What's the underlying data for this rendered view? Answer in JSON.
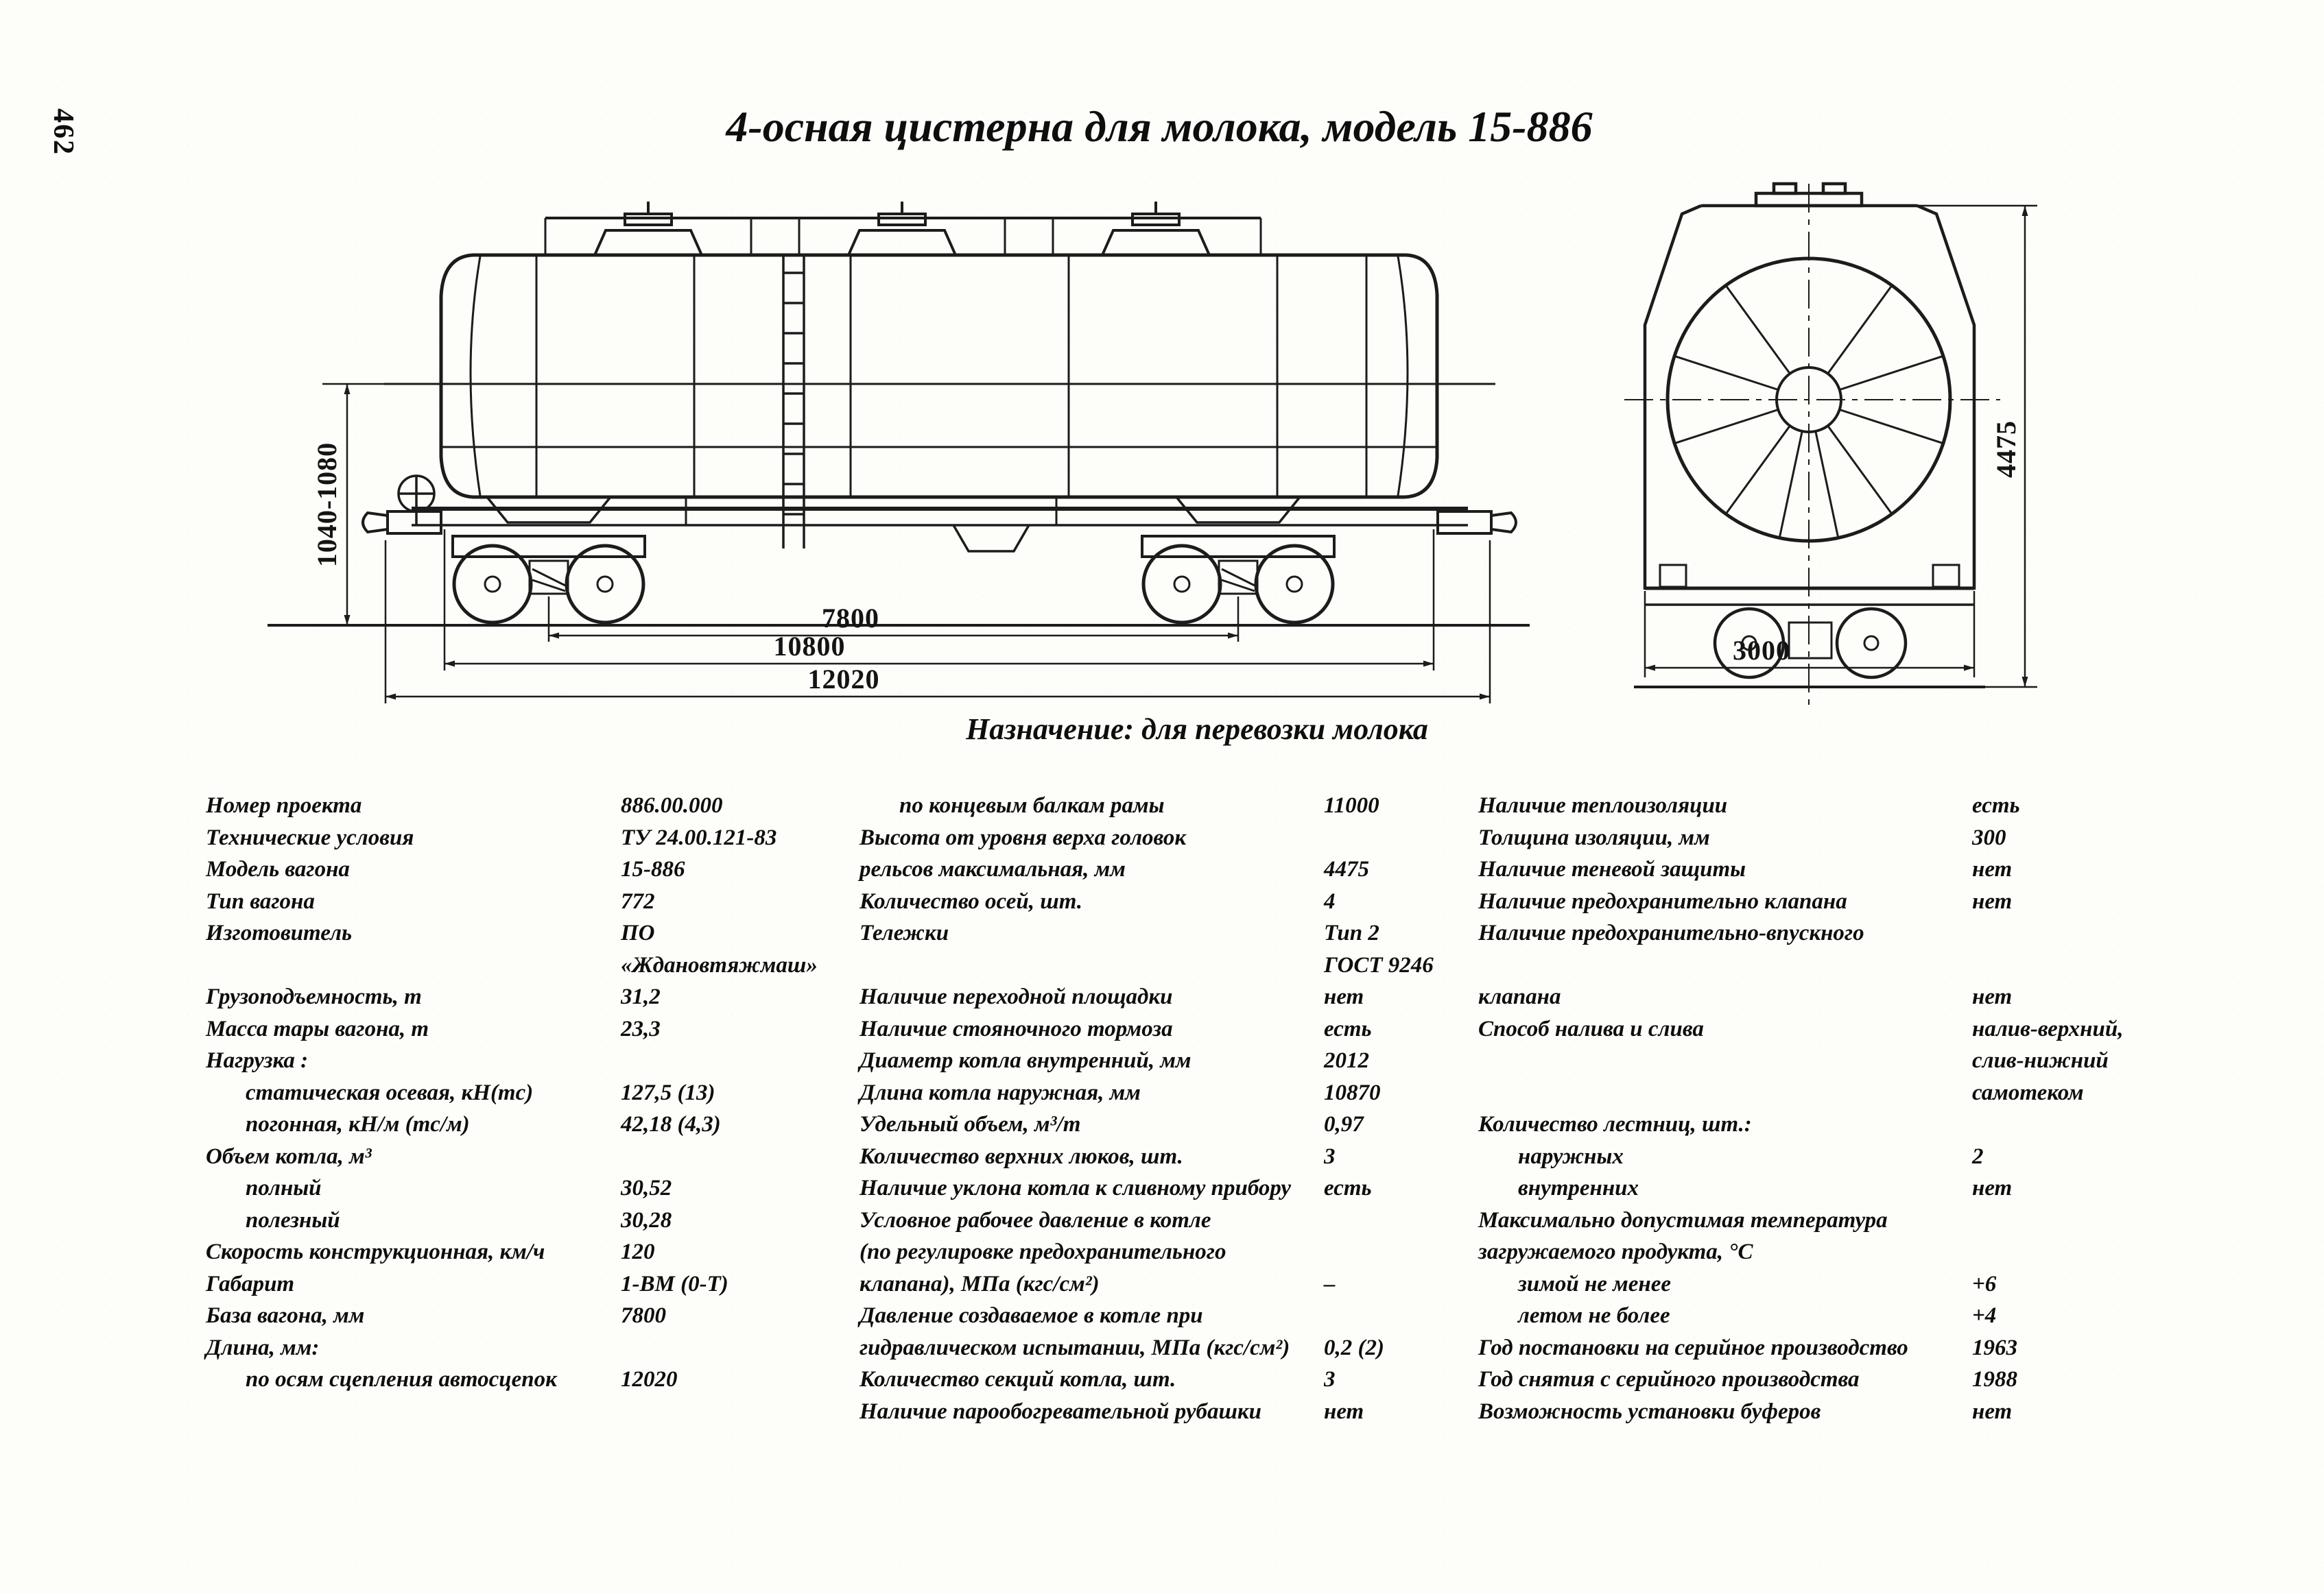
{
  "page": {
    "number": "462",
    "title": "4-осная цистерна для молока, модель 15-886",
    "caption": "Назначение: для перевозки молока"
  },
  "drawing": {
    "dimensions": {
      "height_range": "1040-1080",
      "wagon_base": "7800",
      "frame_length": "10800",
      "coupler_length": "12020",
      "end_width": "3000",
      "end_height": "4475"
    }
  },
  "specs": {
    "col1": [
      {
        "label": "Номер проекта",
        "value": "886.00.000",
        "indent": 0
      },
      {
        "label": "Технические условия",
        "value": "ТУ 24.00.121-83",
        "indent": 0
      },
      {
        "label": "Модель вагона",
        "value": "15-886",
        "indent": 0
      },
      {
        "label": "Тип вагона",
        "value": "772",
        "indent": 0
      },
      {
        "label": "Изготовитель",
        "value": "ПО",
        "indent": 0
      },
      {
        "label": "",
        "value": "«Ждановтяжмаш»",
        "indent": 0
      },
      {
        "label": "Грузоподъемность, т",
        "value": "31,2",
        "indent": 0
      },
      {
        "label": "Масса тары вагона, т",
        "value": "23,3",
        "indent": 0
      },
      {
        "label": "Нагрузка :",
        "value": "",
        "indent": 0
      },
      {
        "label": "статическая осевая, кН(тс)",
        "value": "127,5 (13)",
        "indent": 1
      },
      {
        "label": "погонная, кН/м (тс/м)",
        "value": "42,18 (4,3)",
        "indent": 1
      },
      {
        "label": "Объем котла, м³",
        "value": "",
        "indent": 0
      },
      {
        "label": "полный",
        "value": "30,52",
        "indent": 1
      },
      {
        "label": "полезный",
        "value": "30,28",
        "indent": 1
      },
      {
        "label": "Скорость конструкционная, км/ч",
        "value": "120",
        "indent": 0
      },
      {
        "label": "Габарит",
        "value": "1-ВМ (0-Т)",
        "indent": 0
      },
      {
        "label": "База вагона, мм",
        "value": "7800",
        "indent": 0
      },
      {
        "label": "Длина, мм:",
        "value": "",
        "indent": 0
      },
      {
        "label": "по осям сцепления автосцепок",
        "value": "12020",
        "indent": 1
      }
    ],
    "col2": [
      {
        "label": "по концевым балкам рамы",
        "value": "11000",
        "indent": 1
      },
      {
        "label": "Высота от уровня верха головок",
        "value": "",
        "indent": 0
      },
      {
        "label": "рельсов максимальная, мм",
        "value": "4475",
        "indent": 0
      },
      {
        "label": "Количество осей, шт.",
        "value": "4",
        "indent": 0
      },
      {
        "label": "Тележки",
        "value": "Тип 2",
        "indent": 0
      },
      {
        "label": "",
        "value": "ГОСТ 9246",
        "indent": 0
      },
      {
        "label": "Наличие переходной площадки",
        "value": "нет",
        "indent": 0
      },
      {
        "label": "Наличие стояночного тормоза",
        "value": "есть",
        "indent": 0
      },
      {
        "label": "Диаметр котла внутренний, мм",
        "value": "2012",
        "indent": 0
      },
      {
        "label": "Длина котла наружная, мм",
        "value": "10870",
        "indent": 0
      },
      {
        "label": "Удельный объем, м³/т",
        "value": "0,97",
        "indent": 0
      },
      {
        "label": "Количество верхних люков, шт.",
        "value": "3",
        "indent": 0
      },
      {
        "label": "Наличие уклона котла к сливному прибору",
        "value": "есть",
        "indent": 0
      },
      {
        "label": "Условное рабочее давление в котле",
        "value": "",
        "indent": 0
      },
      {
        "label": "(по регулировке предохранительного",
        "value": "",
        "indent": 0
      },
      {
        "label": "клапана), МПа (кгс/см²)",
        "value": "–",
        "indent": 0
      },
      {
        "label": "Давление создаваемое в котле при",
        "value": "",
        "indent": 0
      },
      {
        "label": "гидравлическом испытании, МПа (кгс/см²)",
        "value": "0,2 (2)",
        "indent": 0
      },
      {
        "label": "Количество секций котла, шт.",
        "value": "3",
        "indent": 0
      },
      {
        "label": "Наличие парообогревательной рубашки",
        "value": "нет",
        "indent": 0
      }
    ],
    "col3": [
      {
        "label": "Наличие теплоизоляции",
        "value": "есть",
        "indent": 0
      },
      {
        "label": "Толщина изоляции, мм",
        "value": "300",
        "indent": 0
      },
      {
        "label": "Наличие теневой защиты",
        "value": "нет",
        "indent": 0
      },
      {
        "label": "Наличие предохранительно клапана",
        "value": "нет",
        "indent": 0
      },
      {
        "label": "Наличие предохранительно-впускного",
        "value": "",
        "indent": 0
      },
      {
        "label": "",
        "value": "",
        "indent": 0
      },
      {
        "label": "клапана",
        "value": "нет",
        "indent": 0
      },
      {
        "label": "Способ налива и слива",
        "value": "налив-верхний,",
        "indent": 0
      },
      {
        "label": "",
        "value": "слив-нижний",
        "indent": 0
      },
      {
        "label": "",
        "value": "самотеком",
        "indent": 0
      },
      {
        "label": "Количество лестниц, шт.:",
        "value": "",
        "indent": 0
      },
      {
        "label": "наружных",
        "value": "2",
        "indent": 1
      },
      {
        "label": "внутренних",
        "value": "нет",
        "indent": 1
      },
      {
        "label": "Максимально допустимая температура",
        "value": "",
        "indent": 0
      },
      {
        "label": "загружаемого продукта, °С",
        "value": "",
        "indent": 0
      },
      {
        "label": "зимой не менее",
        "value": "+6",
        "indent": 1
      },
      {
        "label": "летом не более",
        "value": "+4",
        "indent": 1
      },
      {
        "label": "Год постановки на серийное производство",
        "value": "1963",
        "indent": 0
      },
      {
        "label": "Год снятия с серийного производства",
        "value": "1988",
        "indent": 0
      },
      {
        "label": "Возможность установки буферов",
        "value": "нет",
        "indent": 0
      }
    ]
  }
}
